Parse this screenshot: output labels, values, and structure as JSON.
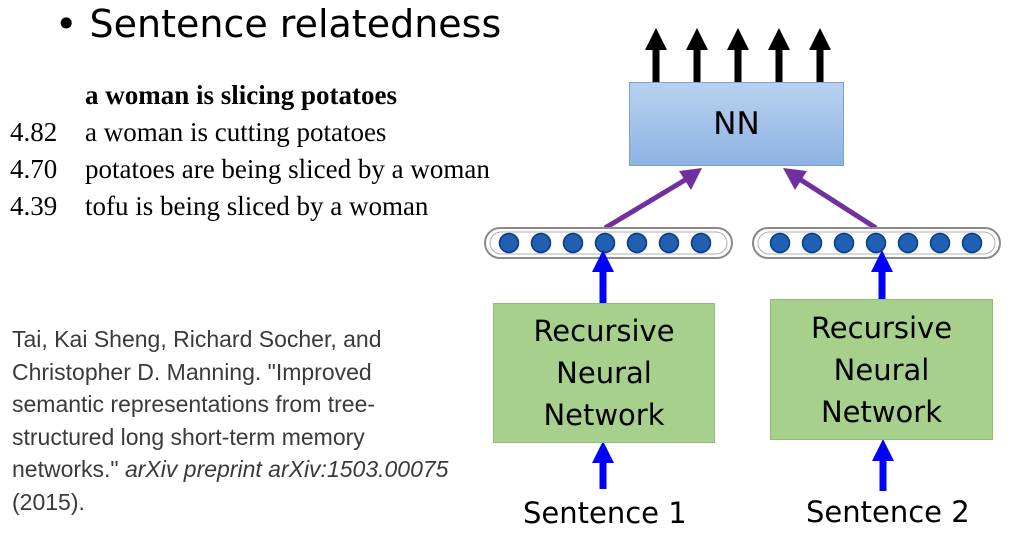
{
  "title": "• Sentence relatedness",
  "example": {
    "query": "a woman is slicing potatoes",
    "pairs": [
      {
        "score": "4.82",
        "sentence": "a woman is cutting potatoes"
      },
      {
        "score": "4.70",
        "sentence": "potatoes are being sliced by a woman"
      },
      {
        "score": "4.39",
        "sentence": "tofu is being sliced by a woman"
      }
    ]
  },
  "citation": {
    "text": "Tai, Kai Sheng, Richard Socher, and Christopher D. Manning. \"Improved semantic representations from tree-structured long short-term memory networks.\" ",
    "venue": "arXiv preprint arXiv:1503.00075",
    "year": " (2015)."
  },
  "diagram": {
    "nn_label": "NN",
    "encoder_label_lines": [
      "Recursive",
      "Neural",
      "Network"
    ],
    "sentence1_label": "Sentence 1",
    "sentence2_label": "Sentence 2",
    "colors": {
      "input_arrow": "#0000ff",
      "merge_arrow": "#7030a0",
      "output_arrow": "#000000",
      "node": "#1f5fb4",
      "nn_box": "#a6c3ea",
      "encoder_box": "#a8d08d"
    }
  }
}
